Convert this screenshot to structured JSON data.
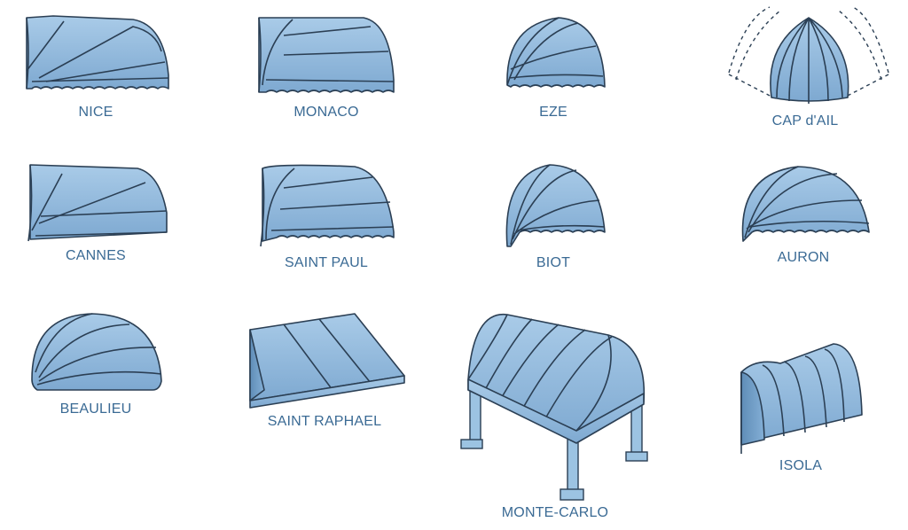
{
  "colors": {
    "awning_fill": "#8fb8dc",
    "awning_shadow": "#5f8db7",
    "outline": "#2b3f54",
    "label": "#3a6a94"
  },
  "awnings": [
    {
      "name": "NICE",
      "icon": "nice-awning-icon"
    },
    {
      "name": "MONACO",
      "icon": "monaco-awning-icon"
    },
    {
      "name": "EZE",
      "icon": "eze-awning-icon"
    },
    {
      "name": "CAP d'AIL",
      "icon": "cap-dail-awning-icon"
    },
    {
      "name": "CANNES",
      "icon": "cannes-awning-icon"
    },
    {
      "name": "SAINT PAUL",
      "icon": "saint-paul-awning-icon"
    },
    {
      "name": "BIOT",
      "icon": "biot-awning-icon"
    },
    {
      "name": "AURON",
      "icon": "auron-awning-icon"
    },
    {
      "name": "BEAULIEU",
      "icon": "beaulieu-awning-icon"
    },
    {
      "name": "SAINT RAPHAEL",
      "icon": "saint-raphael-awning-icon"
    },
    {
      "name": "MONTE-CARLO",
      "icon": "monte-carlo-awning-icon"
    },
    {
      "name": "ISOLA",
      "icon": "isola-awning-icon"
    }
  ]
}
